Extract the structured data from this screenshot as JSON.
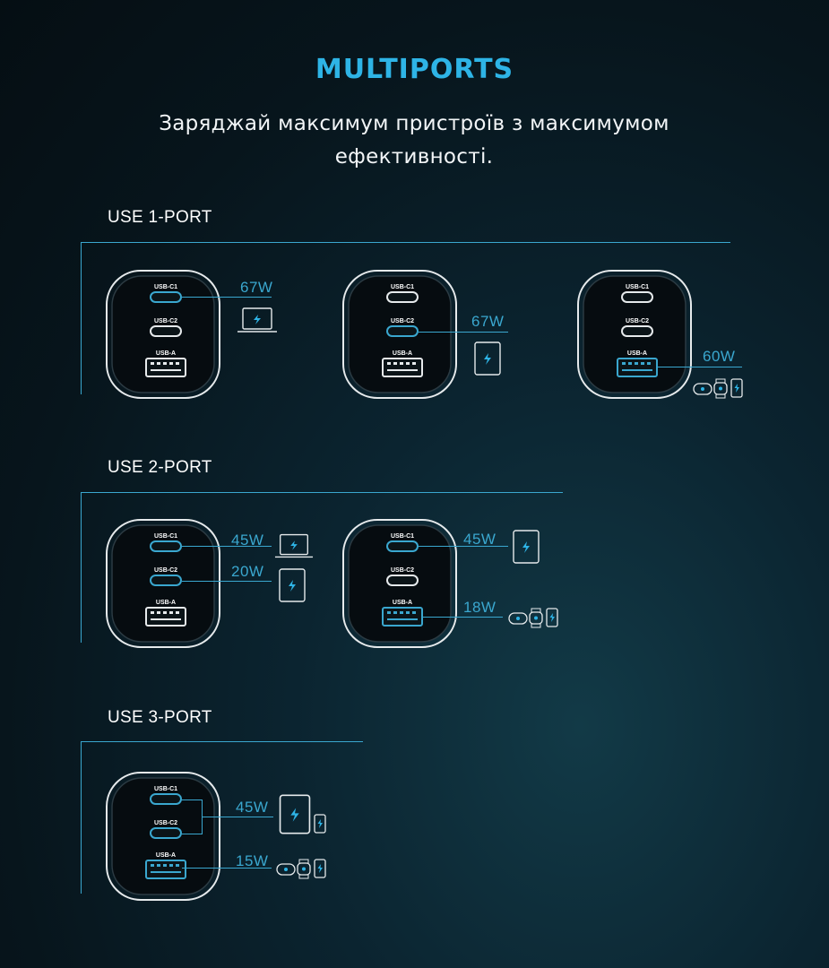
{
  "header": {
    "title": "MULTIPORTS",
    "subtitle": "Заряджай максимум пристроїв з максимумом ефективності."
  },
  "ports": {
    "c1": "USB-C1",
    "c2": "USB-C2",
    "a": "USB-A"
  },
  "colors": {
    "accent": "#2eb4e6",
    "line": "#3aa7cf",
    "background": "#07151c"
  },
  "sections": [
    {
      "label": "USE 1-PORT",
      "configs": [
        {
          "active_ports": [
            "USB-C1"
          ],
          "outputs": [
            {
              "watt": "67W",
              "devices": [
                "laptop-icon"
              ]
            }
          ]
        },
        {
          "active_ports": [
            "USB-C2"
          ],
          "outputs": [
            {
              "watt": "67W",
              "devices": [
                "tablet-icon"
              ]
            }
          ]
        },
        {
          "active_ports": [
            "USB-A"
          ],
          "outputs": [
            {
              "watt": "60W",
              "devices": [
                "earbuds-icon",
                "watch-icon",
                "phone-icon"
              ]
            }
          ]
        }
      ]
    },
    {
      "label": "USE 2-PORT",
      "configs": [
        {
          "active_ports": [
            "USB-C1",
            "USB-C2"
          ],
          "outputs": [
            {
              "watt": "45W",
              "devices": [
                "laptop-icon"
              ]
            },
            {
              "watt": "20W",
              "devices": [
                "tablet-icon"
              ]
            }
          ]
        },
        {
          "active_ports": [
            "USB-C1",
            "USB-A"
          ],
          "outputs": [
            {
              "watt": "45W",
              "devices": [
                "tablet-icon"
              ]
            },
            {
              "watt": "18W",
              "devices": [
                "earbuds-icon",
                "watch-icon",
                "phone-icon"
              ]
            }
          ]
        }
      ]
    },
    {
      "label": "USE 3-PORT",
      "configs": [
        {
          "active_ports": [
            "USB-C1",
            "USB-C2",
            "USB-A"
          ],
          "outputs": [
            {
              "watt": "45W",
              "devices": [
                "tablet-icon",
                "phone-icon"
              ]
            },
            {
              "watt": "15W",
              "devices": [
                "earbuds-icon",
                "watch-icon",
                "phone-icon"
              ]
            }
          ]
        }
      ]
    }
  ]
}
